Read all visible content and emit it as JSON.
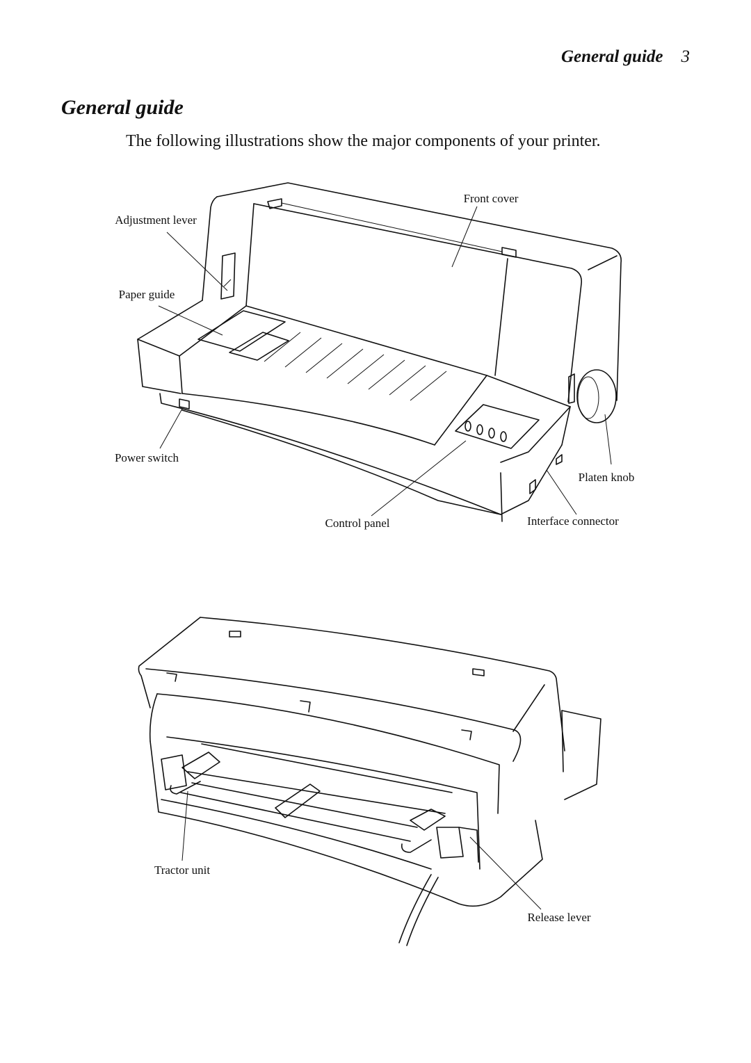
{
  "header": {
    "section": "General guide",
    "page_number": "3"
  },
  "title": "General guide",
  "intro": "The following illustrations show the major components of your printer.",
  "figure_front": {
    "labels": {
      "front_cover": "Front cover",
      "adjustment_lever": "Adjustment lever",
      "paper_guide": "Paper guide",
      "power_switch": "Power switch",
      "platen_knob": "Platen knob",
      "control_panel": "Control panel",
      "interface_connector": "Interface connector"
    }
  },
  "figure_back": {
    "labels": {
      "tractor_unit": "Tractor unit",
      "release_lever": "Release lever"
    }
  }
}
